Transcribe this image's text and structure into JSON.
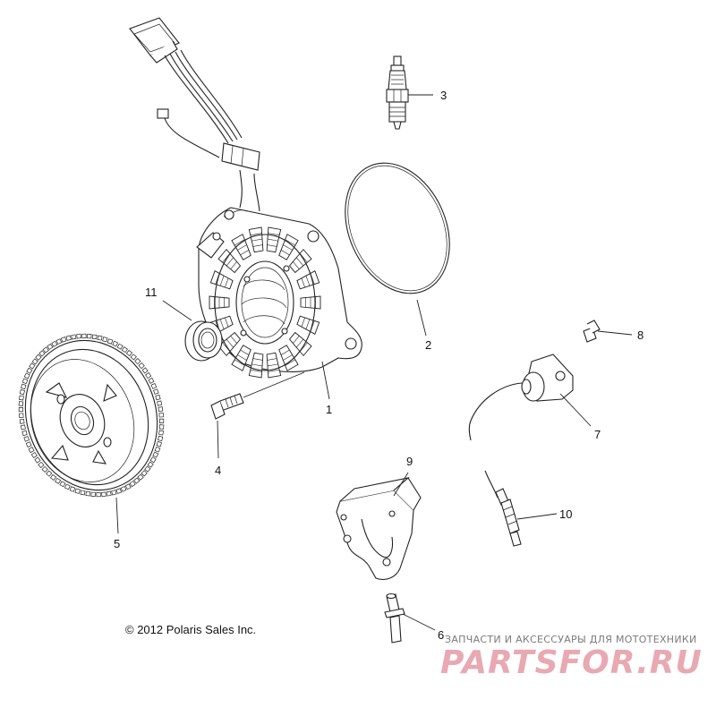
{
  "callouts": [
    {
      "id": "1",
      "label": "1"
    },
    {
      "id": "2",
      "label": "2"
    },
    {
      "id": "3",
      "label": "3"
    },
    {
      "id": "4",
      "label": "4"
    },
    {
      "id": "5",
      "label": "5"
    },
    {
      "id": "6",
      "label": "6"
    },
    {
      "id": "7",
      "label": "7"
    },
    {
      "id": "8",
      "label": "8"
    },
    {
      "id": "9",
      "label": "9"
    },
    {
      "id": "10",
      "label": "10"
    },
    {
      "id": "11",
      "label": "11"
    }
  ],
  "copyright": "© 2012 Polaris Sales Inc.",
  "watermark": {
    "tagline": "ЗАПЧАСТИ И АКСЕССУАРЫ ДЛЯ МОТОТЕХНИКИ",
    "logo": "PARTSFOR.RU",
    "color": "#e8a9b2"
  }
}
